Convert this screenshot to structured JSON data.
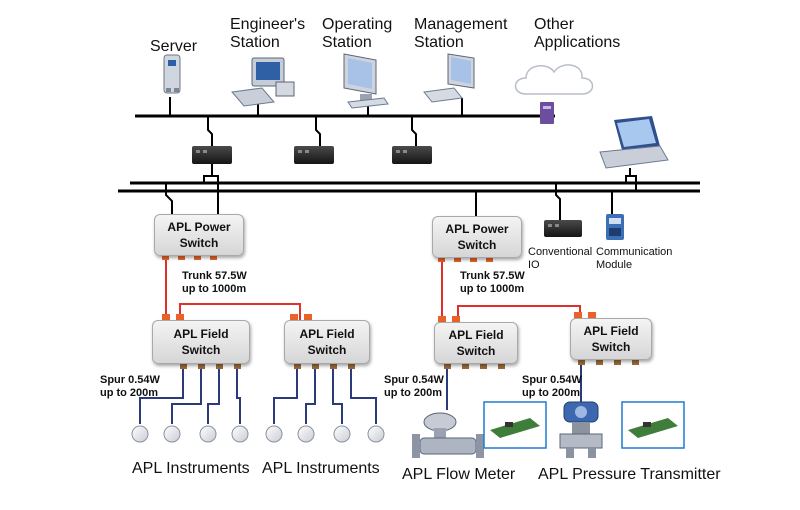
{
  "top": {
    "server": "Server",
    "engineer_line1": "Engineer's",
    "engineer_line2": "Station",
    "operating_line1": "Operating",
    "operating_line2": "Station",
    "management_line1": "Management",
    "management_line2": "Station",
    "other_line1": "Other",
    "other_line2": "Applications"
  },
  "right_devices": {
    "conventional_line1": "Conventional",
    "conventional_line2": "IO",
    "communication_line1": "Communication",
    "communication_line2": "Module"
  },
  "switches": {
    "power_left_line1": "APL Power",
    "power_left_line2": "Switch",
    "power_right_line1": "APL Power",
    "power_right_line2": "Switch",
    "field1_line1": "APL Field",
    "field1_line2": "Switch",
    "field2_line1": "APL Field",
    "field2_line2": "Switch",
    "field3_line1": "APL Field",
    "field3_line2": "Switch",
    "field4_line1": "APL Field",
    "field4_line2": "Switch"
  },
  "links": {
    "trunk_left_line1": "Trunk 57.5W",
    "trunk_left_line2": "up to 1000m",
    "trunk_right_line1": "Trunk 57.5W",
    "trunk_right_line2": "up to 1000m",
    "spur_left_line1": "Spur 0.54W",
    "spur_left_line2": "up to 200m",
    "spur_mid_line1": "Spur 0.54W",
    "spur_mid_line2": "up to 200m",
    "spur_right_line1": "Spur 0.54W",
    "spur_right_line2": "up to 200m"
  },
  "footer": {
    "instruments_1": "APL Instruments",
    "instruments_2": "APL Instruments",
    "flow_meter": "APL Flow Meter",
    "pressure_transmitter": "APL Pressure Transmitter"
  },
  "colors": {
    "trunk": "#e0302a",
    "spur": "#2b3a7a",
    "bus": "#000000",
    "port": "#e8622a",
    "board_frame": "#1f7bd1"
  }
}
